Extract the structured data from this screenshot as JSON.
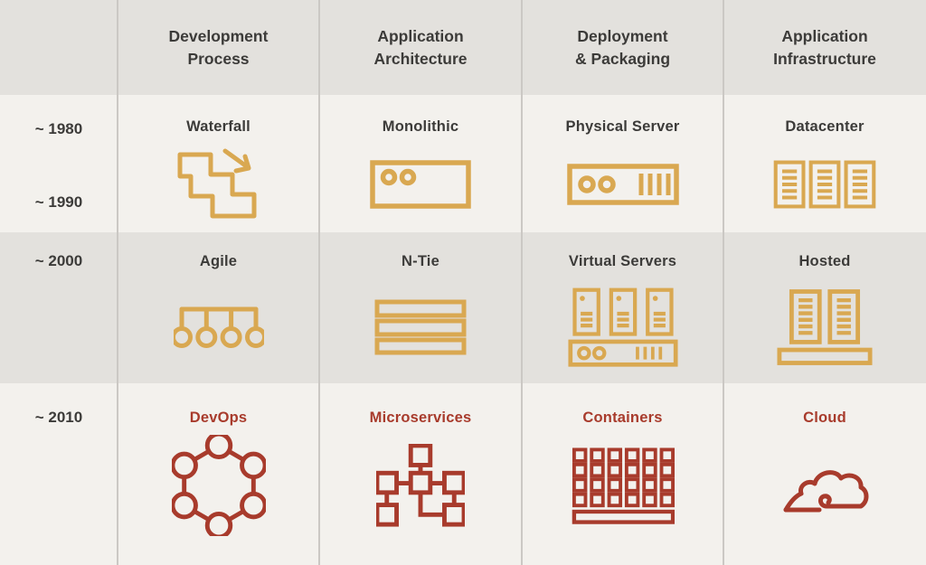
{
  "colors": {
    "gold": "#D9A851",
    "red": "#A83B2C",
    "ink": "#3C3B39",
    "band_light": "#F3F1ED",
    "band_gray": "#E3E1DD"
  },
  "header": {
    "columns": [
      "Development\nProcess",
      "Application\nArchitecture",
      "Deployment\n& Packaging",
      "Application\nInfrastructure"
    ]
  },
  "rows": [
    {
      "eras": [
        "~ 1980",
        "~ 1990"
      ],
      "cells": [
        {
          "label": "Waterfall",
          "icon": "waterfall-icon"
        },
        {
          "label": "Monolithic",
          "icon": "monolithic-icon"
        },
        {
          "label": "Physical Server",
          "icon": "physical-server-icon"
        },
        {
          "label": "Datacenter",
          "icon": "datacenter-icon"
        }
      ]
    },
    {
      "eras": [
        "~ 2000"
      ],
      "cells": [
        {
          "label": "Agile",
          "icon": "agile-icon"
        },
        {
          "label": "N-Tie",
          "icon": "n-tier-icon"
        },
        {
          "label": "Virtual Servers",
          "icon": "virtual-servers-icon"
        },
        {
          "label": "Hosted",
          "icon": "hosted-icon"
        }
      ]
    },
    {
      "eras": [
        "~ 2010"
      ],
      "cells": [
        {
          "label": "DevOps",
          "icon": "devops-icon"
        },
        {
          "label": "Microservices",
          "icon": "microservices-icon"
        },
        {
          "label": "Containers",
          "icon": "containers-icon"
        },
        {
          "label": "Cloud",
          "icon": "cloud-icon"
        }
      ]
    }
  ]
}
